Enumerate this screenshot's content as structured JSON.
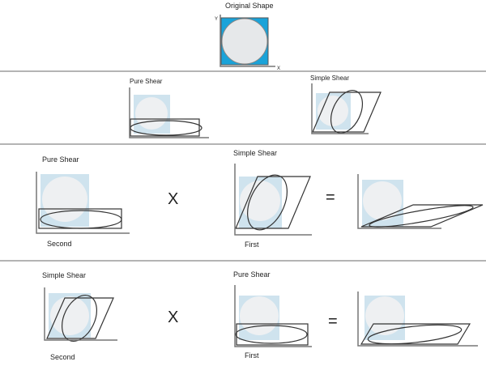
{
  "original": {
    "title": "Original Shape",
    "y_axis": "Y",
    "x_axis": "X"
  },
  "row2": {
    "left_title": "Pure Shear",
    "right_title": "Simple Shear"
  },
  "row3": {
    "left_title": "Pure Shear",
    "left_caption": "Second",
    "times": "X",
    "right_title": "Simple Shear",
    "right_caption": "First",
    "equals": "="
  },
  "row4": {
    "left_title": "Simple Shear",
    "left_caption": "Second",
    "times": "X",
    "right_title": "Pure Shear",
    "right_caption": "First",
    "equals": "="
  },
  "colors": {
    "square_original": "#1aa3d9",
    "square_faded": "#cfe3ee",
    "circle": "#e6e8ea"
  }
}
